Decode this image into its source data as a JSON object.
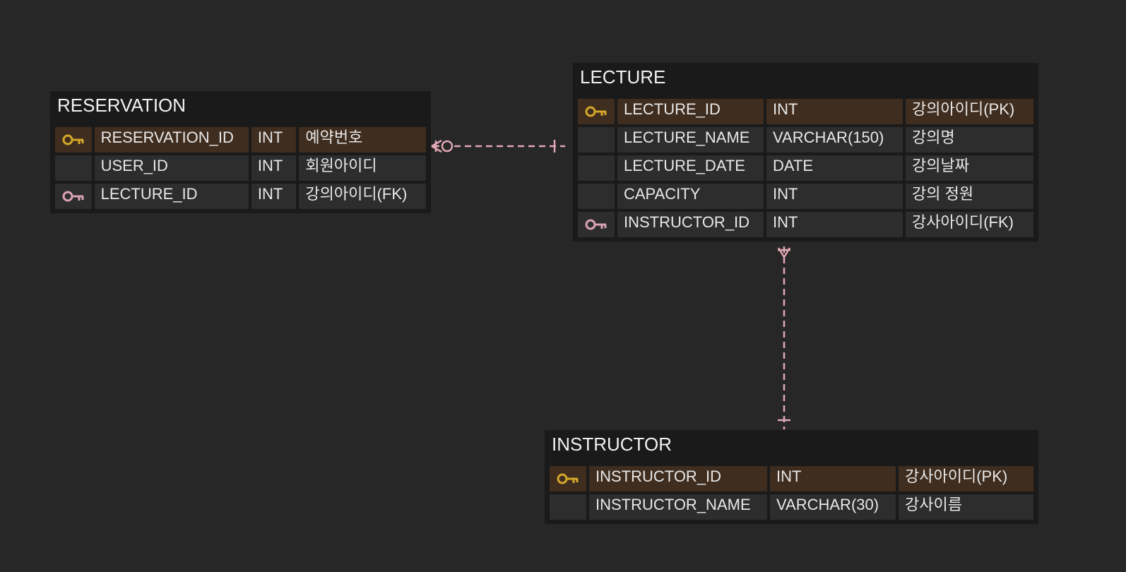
{
  "entities": {
    "reservation": {
      "title": "RESERVATION",
      "rows": [
        {
          "key": "pk",
          "name": "RESERVATION_ID",
          "type": "INT",
          "comment": "예약번호"
        },
        {
          "key": "none",
          "name": "USER_ID",
          "type": "INT",
          "comment": "회원아이디"
        },
        {
          "key": "fk",
          "name": "LECTURE_ID",
          "type": "INT",
          "comment": "강의아이디(FK)"
        }
      ]
    },
    "lecture": {
      "title": "LECTURE",
      "rows": [
        {
          "key": "pk",
          "name": "LECTURE_ID",
          "type": "INT",
          "comment": "강의아이디(PK)"
        },
        {
          "key": "none",
          "name": "LECTURE_NAME",
          "type": "VARCHAR(150)",
          "comment": "강의명"
        },
        {
          "key": "none",
          "name": "LECTURE_DATE",
          "type": "DATE",
          "comment": "강의날짜"
        },
        {
          "key": "none",
          "name": "CAPACITY",
          "type": "INT",
          "comment": "강의 정원"
        },
        {
          "key": "fk",
          "name": "INSTRUCTOR_ID",
          "type": "INT",
          "comment": "강사아이디(FK)"
        }
      ]
    },
    "instructor": {
      "title": "INSTRUCTOR",
      "rows": [
        {
          "key": "pk",
          "name": "INSTRUCTOR_ID",
          "type": "INT",
          "comment": "강사아이디(PK)"
        },
        {
          "key": "none",
          "name": "INSTRUCTOR_NAME",
          "type": "VARCHAR(30)",
          "comment": "강사이름"
        }
      ]
    }
  },
  "relationships": [
    {
      "from": "reservation",
      "to": "lecture",
      "from_cardinality": "zero-or-many",
      "to_cardinality": "one"
    },
    {
      "from": "lecture",
      "to": "instructor",
      "from_cardinality": "many",
      "to_cardinality": "one"
    }
  ],
  "colors": {
    "background": "#272727",
    "table": "#1a1a1a",
    "cell": "#2d2d2d",
    "pk_cell": "#3f2d1f",
    "pk_key": "#d4a82a",
    "fk_key": "#d9a3b2",
    "relation_line": "#e0a8b6",
    "text": "#e8e8e8"
  }
}
